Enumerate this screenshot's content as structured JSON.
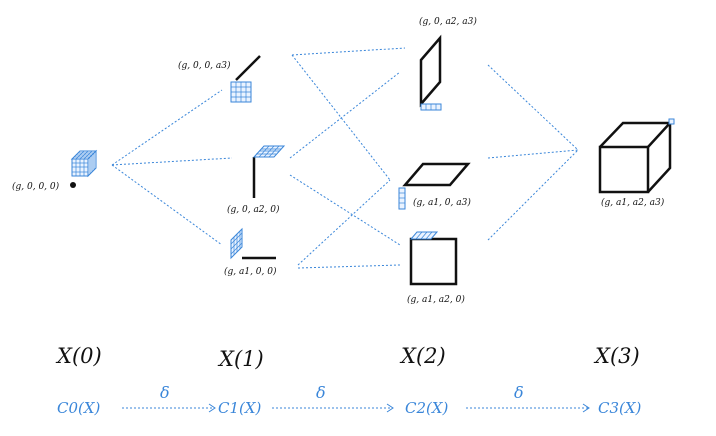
{
  "vertex_labels": {
    "v000": "(g, 0, 0, 0)",
    "v003": "(g, 0, 0, a3)",
    "v020": "(g, 0, a2, 0)",
    "v100": "(g, a1, 0, 0)",
    "v023": "(g, 0, a2, a3)",
    "v103": "(g, a1, 0, a3)",
    "v120": "(g, a1, a2, 0)",
    "v123": "(g, a1, a2, a3)"
  },
  "levels": [
    "X(0)",
    "X(1)",
    "X(2)",
    "X(3)"
  ],
  "complexes": [
    "C0(X)",
    "C1(X)",
    "C2(X)",
    "C3(X)"
  ],
  "differential": "δ",
  "colors": {
    "accent": "#3a86d9",
    "ink": "#111111"
  }
}
